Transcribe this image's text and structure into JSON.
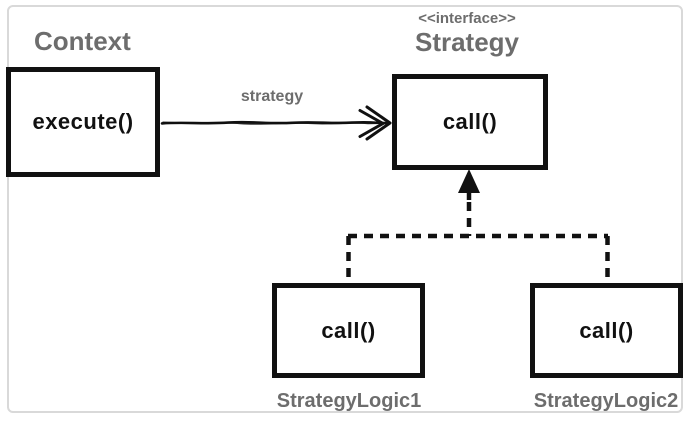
{
  "context": {
    "title": "Context",
    "method": "execute()"
  },
  "strategy": {
    "stereotype": "<<interface>>",
    "title": "Strategy",
    "method": "call()"
  },
  "association": {
    "label": "strategy"
  },
  "implementations": [
    {
      "title": "StrategyLogic1",
      "method": "call()"
    },
    {
      "title": "StrategyLogic2",
      "method": "call()"
    }
  ],
  "colors": {
    "muted_text": "#6d6d6d",
    "stroke": "#111111",
    "frame_border": "#d9d9d9",
    "box_fill": "#ffffff",
    "background": "#ffffff"
  }
}
